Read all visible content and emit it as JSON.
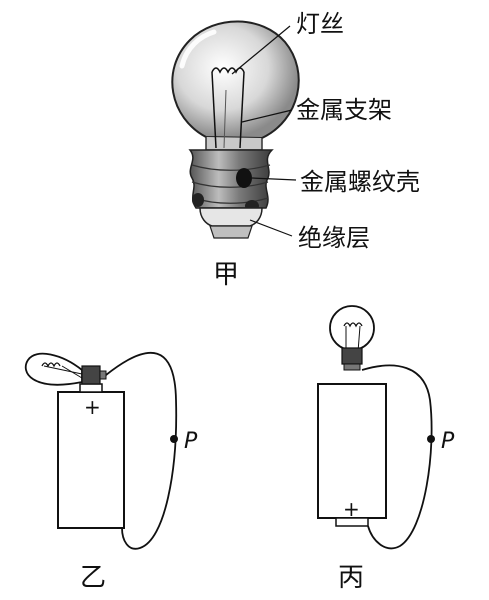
{
  "figure_a": {
    "caption": "甲",
    "labels": {
      "filament": "灯丝",
      "metal_support": "金属支架",
      "metal_screw_shell": "金属螺纹壳",
      "insulation_layer": "绝缘层"
    }
  },
  "figure_b": {
    "caption": "乙",
    "battery_plus": "+",
    "point": "P"
  },
  "figure_c": {
    "caption": "丙",
    "battery_plus": "+",
    "point": "P"
  }
}
